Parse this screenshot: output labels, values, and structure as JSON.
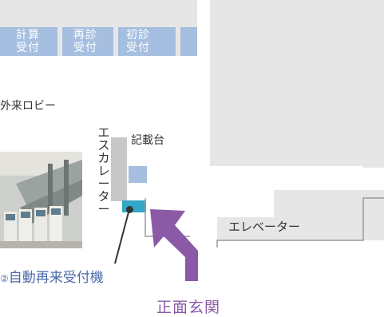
{
  "counters": [
    {
      "line1": "計算",
      "line2": "受付"
    },
    {
      "line1": "再診",
      "line2": "受付"
    },
    {
      "line1": "初診",
      "line2": "受付"
    }
  ],
  "labels": {
    "lobby": "外来ロビー",
    "escalator": "エスカレーター",
    "desk": "記載台",
    "kiosk": "自動再来受付機",
    "kiosk_prefix": "②",
    "elevator": "エレベーター",
    "entrance": "正面玄関"
  },
  "colors": {
    "counter_fill": "#a6bfe0",
    "wall_fill": "#e6e6e6",
    "kiosk_fill": "#33a8c6",
    "arrow_fill": "#8a5aa6",
    "kiosk_text": "#4a6aa8"
  },
  "icons": {
    "entrance_arrow": "arrow-up-left-icon",
    "kiosk_marker": "dot-pointer-icon"
  }
}
